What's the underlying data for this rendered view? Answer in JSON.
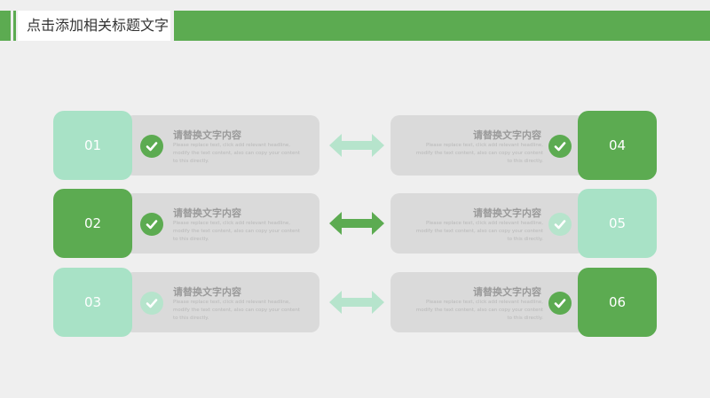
{
  "header": {
    "title": "点击添加相关标题文字"
  },
  "colors": {
    "dark_green": "#5cab51",
    "light_green": "#a8e2c6",
    "card_gray": "#dadada"
  },
  "rows": [
    {
      "left": {
        "num": "01",
        "num_style": "light",
        "title": "请替换文字内容",
        "body": "Please replace text, click add relevant headline, modify the text content, also can copy your content to this directly.",
        "check": "dark"
      },
      "right": {
        "num": "04",
        "num_style": "dark",
        "title": "请替换文字内容",
        "body": "Please replace text, click add relevant headline, modify the text content, also can copy your content to this directly.",
        "check": "dark"
      },
      "arrow": "light"
    },
    {
      "left": {
        "num": "02",
        "num_style": "dark",
        "title": "请替换文字内容",
        "body": "Please replace text, click add relevant headline, modify the text content, also can copy your content to this directly.",
        "check": "dark"
      },
      "right": {
        "num": "05",
        "num_style": "light",
        "title": "请替换文字内容",
        "body": "Please replace text, click add relevant headline, modify the text content, also can copy your content to this directly.",
        "check": "light"
      },
      "arrow": "dark"
    },
    {
      "left": {
        "num": "03",
        "num_style": "light",
        "title": "请替换文字内容",
        "body": "Please replace text, click add relevant headline, modify the text content, also can copy your content to this directly.",
        "check": "light"
      },
      "right": {
        "num": "06",
        "num_style": "dark",
        "title": "请替换文字内容",
        "body": "Please replace text, click add relevant headline, modify the text content, also can copy your content to this directly.",
        "check": "dark"
      },
      "arrow": "light"
    }
  ]
}
